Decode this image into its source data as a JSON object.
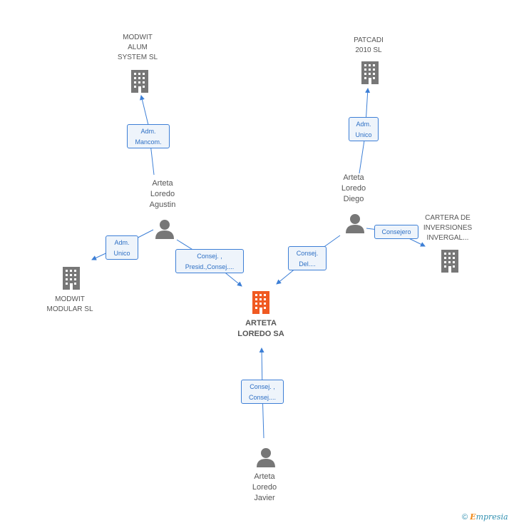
{
  "nodes": {
    "modwit_alum": {
      "lines": [
        "MODWIT",
        "ALUM",
        "SYSTEM  SL"
      ]
    },
    "patcadi": {
      "lines": [
        "PATCADI",
        "2010 SL"
      ]
    },
    "agustin": {
      "lines": [
        "Arteta",
        "Loredo",
        "Agustin"
      ]
    },
    "diego": {
      "lines": [
        "Arteta",
        "Loredo",
        "Diego"
      ]
    },
    "cartera": {
      "lines": [
        "CARTERA DE",
        "INVERSIONES",
        "INVERGAL..."
      ]
    },
    "modwit_modular": {
      "lines": [
        "MODWIT",
        "MODULAR  SL"
      ]
    },
    "arteta_loredo_sa": {
      "lines": [
        "ARTETA",
        "LOREDO SA"
      ]
    },
    "javier": {
      "lines": [
        "Arteta",
        "Loredo",
        "Javier"
      ]
    }
  },
  "relations": {
    "adm_mancom": {
      "lines": [
        "Adm.",
        "Mancom."
      ]
    },
    "adm_unico_patcadi": {
      "lines": [
        "Adm.",
        "Unico"
      ]
    },
    "adm_unico_modular": {
      "lines": [
        "Adm.",
        "Unico"
      ]
    },
    "consej_presid": {
      "lines": [
        "Consej. ,",
        "Presid.,Consej...."
      ]
    },
    "consej_del": {
      "lines": [
        "Consej.",
        "Del...."
      ]
    },
    "consejero": {
      "lines": [
        "Consejero"
      ]
    },
    "consej_javier": {
      "lines": [
        "Consej. ,",
        "Consej...."
      ]
    }
  },
  "footer": {
    "copyright": "©",
    "brand_initial": "E",
    "brand_rest": "mpresia"
  },
  "colors": {
    "company": "#777777",
    "person": "#777777",
    "main_company": "#f05a22",
    "link": "#3d7fd6"
  }
}
